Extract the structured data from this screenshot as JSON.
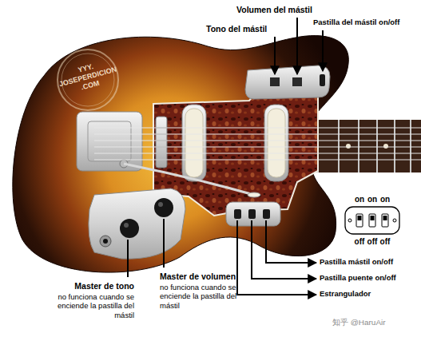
{
  "diagram": {
    "labels": [
      "Volumen del mástil",
      "Tono del mástil",
      "Pastilla del mástil on/off",
      "YYY. JOSEPERDICION .COM",
      "on",
      "on",
      "on",
      "off",
      "off",
      "off",
      "Master de volumen",
      "no funciona cuando se enciende la pastilla del mástil",
      "Pastilla mástil on/off",
      "Pastilla puente on/off",
      "Estrangulador",
      "Master de tono",
      "no funciona cuando se enciende la pastilla del mástil",
      "知乎 @HaruAir"
    ]
  }
}
